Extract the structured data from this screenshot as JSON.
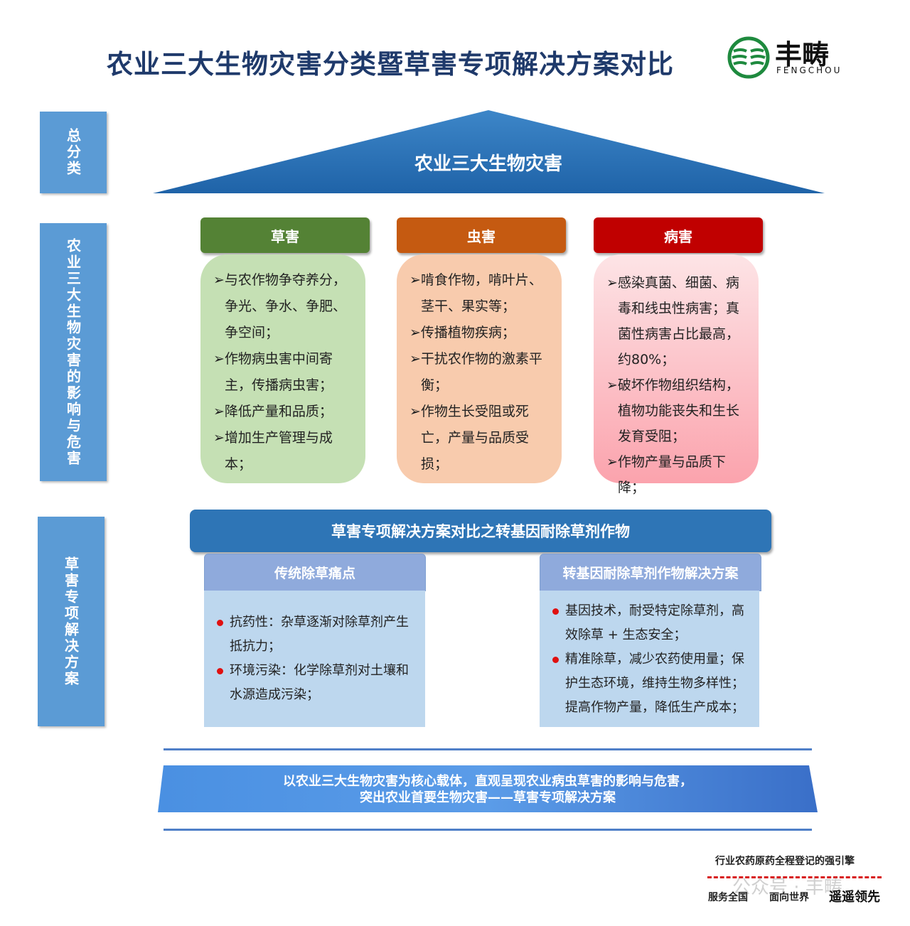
{
  "title": "农业三大生物灾害分类暨草害专项解决方案对比",
  "logo": {
    "cn": "丰畴",
    "en": "FENGCHOU",
    "color": "#1e8a3e"
  },
  "side_labels": [
    "总分类",
    "农业三大生物灾害的影响与危害",
    "草害专项解决方案"
  ],
  "roof_title": "农业三大生物灾害",
  "categories": [
    {
      "title": "草害",
      "color": "#548235",
      "bg": "#c5e0b4",
      "items": [
        "与农作物争夺养分，争光、争水、争肥、争空间；",
        "作物病虫害中间寄主，传播病虫害；",
        "降低产量和品质；",
        "增加生产管理与成本；"
      ]
    },
    {
      "title": "虫害",
      "color": "#c55a11",
      "bg": "#f8cbad",
      "items": [
        "啃食作物，啃叶片、茎干、果实等；",
        "传播植物疾病；",
        "干扰农作物的激素平衡；",
        "作物生长受阻或死亡，产量与品质受损；"
      ]
    },
    {
      "title": "病害",
      "color": "#c00000",
      "bg": "#ffc7ce",
      "items": [
        "感染真菌、细菌、病毒和线虫性病害；真菌性病害占比最高，约80%；",
        "破坏作物组织结构，植物功能丧失和生长发育受阻；",
        "作物产量与品质下降；"
      ]
    }
  ],
  "solution_banner": "草害专项解决方案对比之转基因耐除草剂作物",
  "compare": [
    {
      "title": "传统除草痛点",
      "items": [
        "抗药性：杂草逐渐对除草剂产生抵抗力；",
        "环境污染：化学除草剂对土壤和水源造成污染；"
      ]
    },
    {
      "title": "转基因耐除草剂作物解决方案",
      "items": [
        "基因技术，耐受特定除草剂，高效除草 + 生态安全；",
        "精准除草，减少农药使用量；保护生态环境，维持生物多样性；提高作物产量，降低生产成本；"
      ]
    }
  ],
  "summary": [
    "以农业三大生物灾害为核心载体，直观呈现农业病虫草害的影响与危害，",
    "突出农业首要生物灾害——草害专项解决方案"
  ],
  "footer": {
    "tagline": "行业农药原药全程登记的强引擎",
    "slogans": [
      "服务全国",
      "面向世界",
      "遥遥领先"
    ],
    "watermark": "公众号 · 丰畴"
  }
}
